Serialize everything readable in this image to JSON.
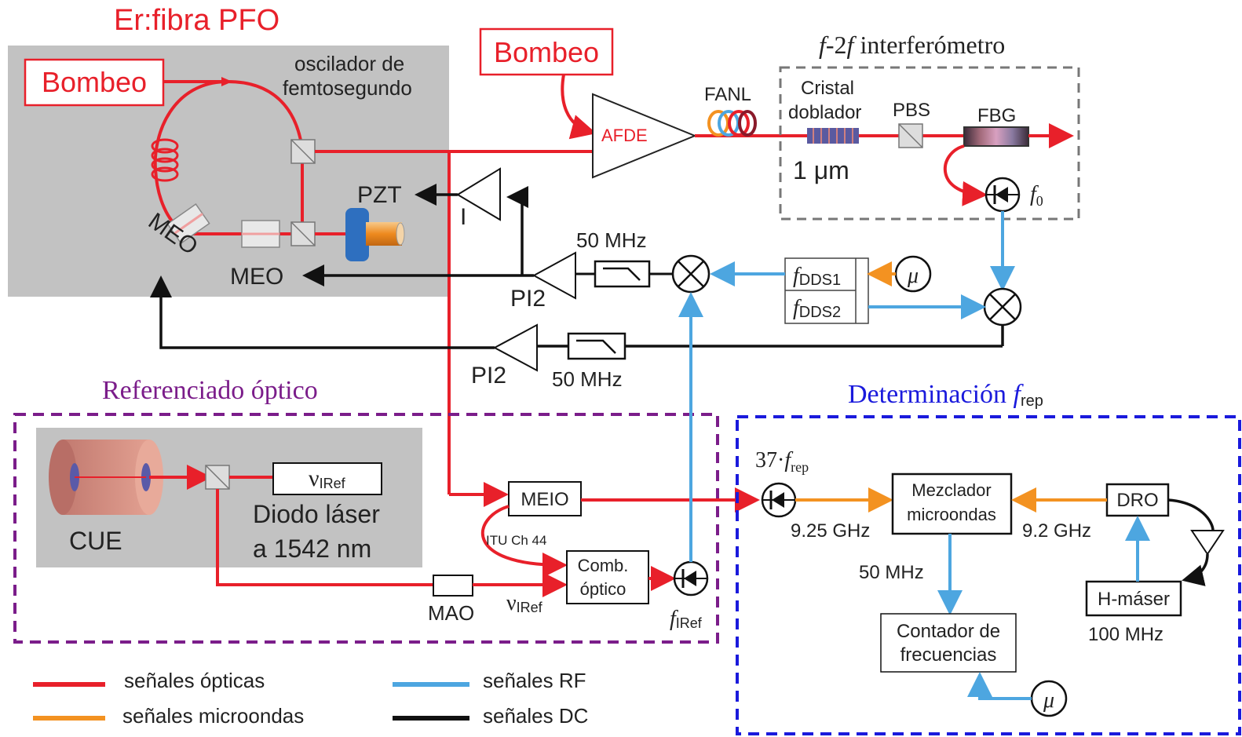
{
  "titles": {
    "pfo": "Er:fibra PFO",
    "f2f_italic": "f",
    "f2f_rest": "-2",
    "f2f_italic2": "f",
    "f2f_word": " interferómetro",
    "optical_ref": "Referenciado óptico",
    "frep_prefix": "Determinación ",
    "frep_f": "f",
    "frep_sub": "rep"
  },
  "labels": {
    "pump1": "Bombeo",
    "pump2": "Bombeo",
    "osc_line1": "oscilador de",
    "osc_line2": "femtosegundo",
    "meo_diag": "MEO",
    "meo": "MEO",
    "pzt": "PZT",
    "i": "I",
    "pi2_top": "PI2",
    "pi2_bottom": "PI2",
    "mhz50_top": "50 MHz",
    "mhz50_bottom": "50 MHz",
    "afde": "AFDE",
    "fanl": "FANL",
    "crystal1": "Cristal",
    "crystal2": "doblador",
    "pbs": "PBS",
    "fbg": "FBG",
    "one_um": "1 μm",
    "f0_f": "f",
    "f0_sub": "0",
    "fdds1_f": "f",
    "fdds1_sub": "DDS1",
    "fdds2_f": "f",
    "fdds2_sub": "DDS2",
    "mu": "μ",
    "mu2": "μ",
    "cue": "CUE",
    "nu_iref_box": "ν",
    "nu_iref_box_sub": "IRef",
    "diode1": "Diodo láser",
    "diode2": "a 1542 nm",
    "meio": "MEIO",
    "itu": "ITU Ch 44",
    "comb1": "Comb.",
    "comb2": "óptico",
    "mao": "MAO",
    "nu_iref": "ν",
    "nu_iref_sub": "IRef",
    "firef_f": "f",
    "firef_sub": "IRef",
    "frep37_a": "37·",
    "frep37_f": "f",
    "frep37_sub": "rep",
    "ghz925": "9.25 GHz",
    "ghz92": "9.2 GHz",
    "mixer1": "Mezclador",
    "mixer2": "microondas",
    "dro": "DRO",
    "mhz50_mid": "50 MHz",
    "hmaser": "H-máser",
    "mhz100": "100 MHz",
    "counter1": "Contador de",
    "counter2": "frecuencias"
  },
  "legend": [
    {
      "label": "señales ópticas",
      "color": "#e8202a"
    },
    {
      "label": "señales microondas",
      "color": "#f39221"
    },
    {
      "label": "señales RF",
      "color": "#4da6e0"
    },
    {
      "label": "señales DC",
      "color": "#111111"
    }
  ],
  "colors": {
    "optical": "#e8202a",
    "microwave": "#f39221",
    "rf": "#4da6e0",
    "dc": "#111111",
    "purple": "#7b1d8a",
    "blue": "#1a1adc",
    "gray_box": "#c2c2c2"
  }
}
